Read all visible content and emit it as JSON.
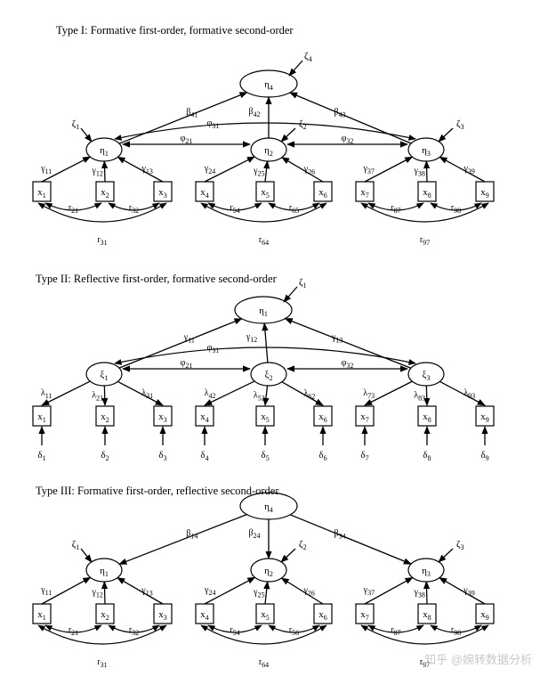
{
  "watermark": "知乎 @婉转数据分析",
  "diagrams": [
    {
      "id": "type1",
      "title": "Type I: Formative first-order, formative second-order",
      "top": {
        "label": "η4",
        "disturbance": "ζ4",
        "coefs": [
          "β41",
          "β42",
          "β43"
        ],
        "direction": "in"
      },
      "phis": [
        "φ31",
        "φ21",
        "φ32"
      ],
      "firstorder": [
        {
          "label": "η1",
          "disturbance": "ζ1",
          "indicators": [
            "x1",
            "x2",
            "x3"
          ],
          "coefs": [
            "γ11",
            "γ12",
            "γ13"
          ],
          "corr": [
            "r21",
            "r32"
          ],
          "corr_long": "r31"
        },
        {
          "label": "η2",
          "disturbance": "ζ2",
          "indicators": [
            "x4",
            "x5",
            "x6"
          ],
          "coefs": [
            "γ24",
            "γ25",
            "γ26"
          ],
          "corr": [
            "r54",
            "r65"
          ],
          "corr_long": "r64"
        },
        {
          "label": "η3",
          "disturbance": "ζ3",
          "indicators": [
            "x7",
            "x8",
            "x9"
          ],
          "coefs": [
            "γ37",
            "γ38",
            "γ39"
          ],
          "corr": [
            "r87",
            "r98"
          ],
          "corr_long": "r97"
        }
      ]
    },
    {
      "id": "type2",
      "title": "Type II: Reflective first-order, formative second-order",
      "top": {
        "label": "η1",
        "disturbance": "ζ1",
        "coefs": [
          "γ11",
          "γ12",
          "γ13"
        ],
        "direction": "in"
      },
      "phis": [
        "φ31",
        "φ21",
        "φ32"
      ],
      "firstorder": [
        {
          "label": "ξ1",
          "indicators": [
            "x1",
            "x2",
            "x3"
          ],
          "coefs": [
            "λ11",
            "λ21",
            "λ31"
          ],
          "errors": [
            "δ1",
            "δ2",
            "δ3"
          ]
        },
        {
          "label": "ξ2",
          "indicators": [
            "x4",
            "x5",
            "x6"
          ],
          "coefs": [
            "λ42",
            "λ52",
            "λ62"
          ],
          "errors": [
            "δ4",
            "δ5",
            "δ6"
          ]
        },
        {
          "label": "ξ3",
          "indicators": [
            "x7",
            "x8",
            "x9"
          ],
          "coefs": [
            "λ73",
            "λ83",
            "λ93"
          ],
          "errors": [
            "δ7",
            "δ8",
            "δ9"
          ]
        }
      ]
    },
    {
      "id": "type3",
      "title": "Type III: Formative first-order, reflective second-order",
      "top": {
        "label": "η4",
        "coefs": [
          "β14",
          "β24",
          "β34"
        ],
        "direction": "out"
      },
      "firstorder": [
        {
          "label": "η1",
          "disturbance": "ζ1",
          "indicators": [
            "x1",
            "x2",
            "x3"
          ],
          "coefs": [
            "γ11",
            "γ12",
            "γ13"
          ],
          "corr": [
            "r21",
            "r32"
          ],
          "corr_long": "r31"
        },
        {
          "label": "η2",
          "disturbance": "ζ2",
          "indicators": [
            "x4",
            "x5",
            "x6"
          ],
          "coefs": [
            "γ24",
            "γ25",
            "γ26"
          ],
          "corr": [
            "r54",
            "r56"
          ],
          "corr_long": "r64"
        },
        {
          "label": "η3",
          "disturbance": "ζ3",
          "indicators": [
            "x7",
            "x8",
            "x9"
          ],
          "coefs": [
            "γ37",
            "γ38",
            "γ39"
          ],
          "corr": [
            "r87",
            "r98"
          ],
          "corr_long": "r97"
        }
      ]
    }
  ]
}
